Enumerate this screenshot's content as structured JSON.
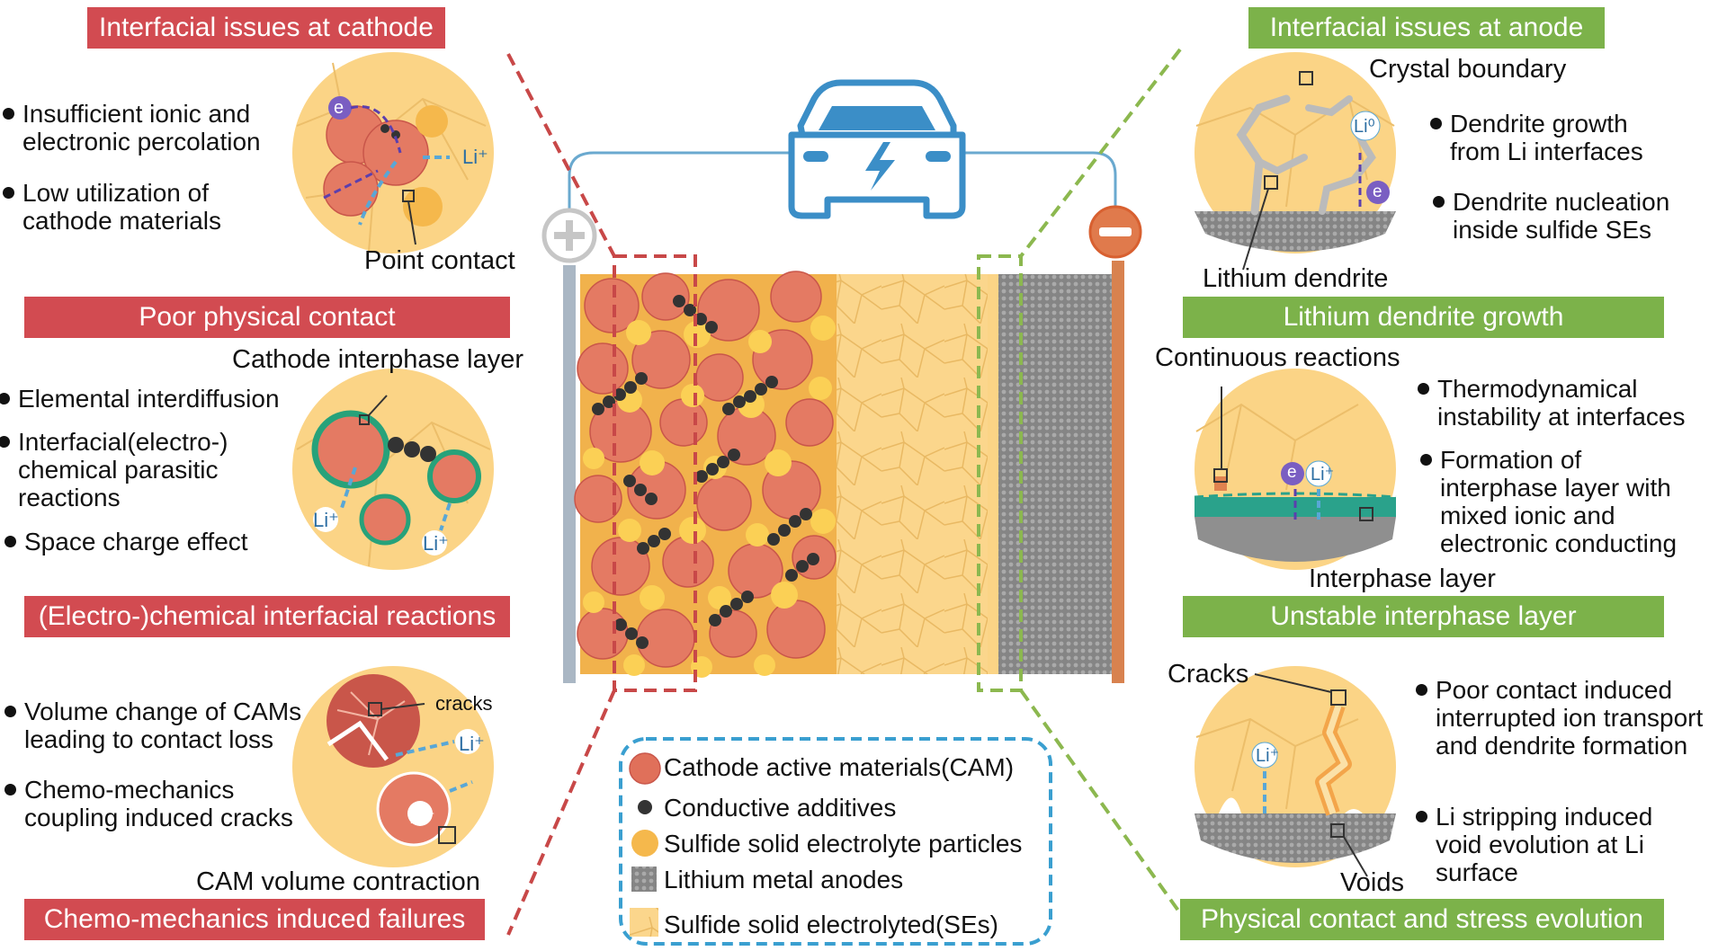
{
  "cathode": {
    "banners": [
      "Interfacial issues at cathode",
      "Poor physical contact",
      "(Electro-)chemical interfacial reactions",
      "Chemo-mechanics induced failures"
    ],
    "panel1": {
      "bullets": [
        "Insufficient ionic and electronic percolation",
        "Low utilization of cathode materials"
      ],
      "callout": "Point contact",
      "labels": [
        "e",
        "Li⁺"
      ]
    },
    "panel2": {
      "title": "Cathode interphase layer",
      "bullets": [
        "Elemental interdiffusion",
        "Interfacial(electro-) chemical parasitic reactions",
        "Space charge effect"
      ],
      "labels": [
        "Li⁺",
        "Li⁺"
      ]
    },
    "panel3": {
      "bullets": [
        "Volume change of CAMs leading to contact loss",
        "Chemo-mechanics coupling induced cracks"
      ],
      "callouts": [
        "cracks",
        "CAM volume contraction"
      ],
      "labels": [
        "Li⁺",
        "Li⁺"
      ]
    }
  },
  "anode": {
    "banners": [
      "Interfacial issues at anode",
      "Lithium dendrite growth",
      "Unstable interphase layer",
      "Physical contact and stress evolution"
    ],
    "panel1": {
      "callouts": [
        "Crystal boundary",
        "Lithium dendrite"
      ],
      "bullets": [
        "Dendrite growth from Li interfaces",
        "Dendrite nucleation inside sulfide SEs"
      ],
      "labels": [
        "Li⁰",
        "e"
      ]
    },
    "panel2": {
      "callouts": [
        "Continuous reactions",
        "Interphase layer"
      ],
      "bullets": [
        "Thermodynamical instability at interfaces",
        "Formation of interphase layer with mixed ionic and electronic conducting"
      ],
      "labels": [
        "e",
        "Li⁺"
      ]
    },
    "panel3": {
      "callouts": [
        "Cracks",
        "Voids"
      ],
      "bullets": [
        "Poor contact induced interrupted ion transport and dendrite formation",
        "Li stripping induced void evolution at Li surface"
      ],
      "labels": [
        "Li⁺"
      ]
    }
  },
  "legend": {
    "items": [
      "Cathode active materials(CAM)",
      "Conductive additives",
      "Sulfide solid electrolyte particles",
      "Lithium metal anodes",
      "Sulfide solid electrolyted(SEs)"
    ]
  },
  "colors": {
    "red_banner": "#d24b51",
    "green_banner": "#7cb24a",
    "cam": "#e0705a",
    "electrolyte": "#fbd486",
    "anode_metal": "#8f8f8f",
    "legend_border": "#3a9fd0"
  },
  "icons": [
    "car-icon",
    "plus-terminal-icon",
    "minus-terminal-icon"
  ]
}
